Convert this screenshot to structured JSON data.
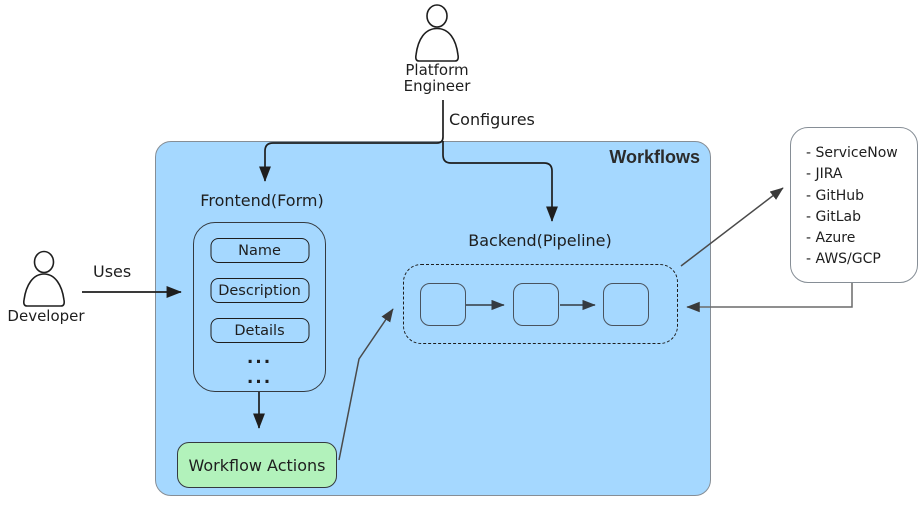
{
  "colors": {
    "container_fill": "#a5d8ff",
    "actions_fill": "#b2f2bb",
    "integrations_fill": "#ffffff",
    "ink": "#1e1e1e",
    "border_gray": "#868e96"
  },
  "actors": {
    "platform_engineer": {
      "label_line1": "Platform",
      "label_line2": "Engineer",
      "edge_label": "Configures"
    },
    "developer": {
      "label": "Developer",
      "edge_label": "Uses"
    }
  },
  "workflows": {
    "label": "Workflows",
    "frontend": {
      "title": "Frontend(Form)",
      "fields": [
        "Name",
        "Description",
        "Details"
      ],
      "ellipsis": "..."
    },
    "backend": {
      "title": "Backend(Pipeline)",
      "stage_count": 3
    },
    "actions": {
      "label": "Workflow Actions"
    }
  },
  "integrations": {
    "items": [
      "- ServiceNow",
      "- JIRA",
      "- GitHub",
      "- GitLab",
      "- Azure",
      "- AWS/GCP"
    ]
  }
}
